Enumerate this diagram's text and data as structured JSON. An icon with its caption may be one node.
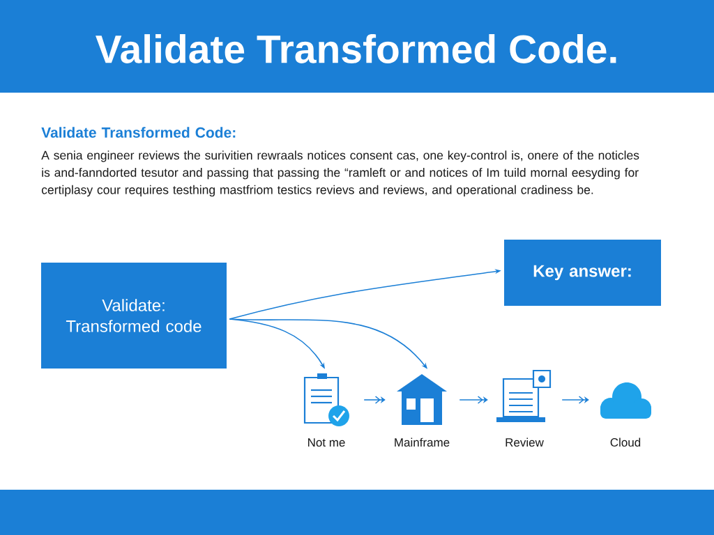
{
  "diagram": {
    "title": "Validate Transformed Code.",
    "nodes": [
      {
        "text": [
          "Validate: Transformed code"
        ]
      },
      {
        "text": [
          "Key answer:"
        ]
      },
      {
        "text": [
          "Not me"
        ]
      },
      {
        "text": [
          "Mainframe"
        ]
      },
      {
        "text": [
          "Review"
        ]
      },
      {
        "text": [
          "Cloud"
        ]
      }
    ],
    "edges": [
      {
        "from": 0,
        "to": 1,
        "arrow": "to"
      },
      {
        "from": 0,
        "to": 2,
        "arrow": "to"
      },
      {
        "from": 0,
        "to": 3,
        "arrow": "to"
      },
      {
        "from": 2,
        "to": 3,
        "arrow": "to"
      },
      {
        "from": 3,
        "to": 4,
        "arrow": "to"
      },
      {
        "from": 4,
        "to": 5,
        "arrow": "to"
      }
    ],
    "labels": [
      "Validate Transformed Code:",
      "A senia engineer reviews the surivitien rewraals notices consent cas, one key-control is, onere of the noticles is and-fanndorted tesutor and passing that passing the “ramleft or and notices of Im tuild mornal eesyding for certiplasy cour requires testhing mastfriom testics revievs and reviews, and operational cradiness be."
    ]
  }
}
